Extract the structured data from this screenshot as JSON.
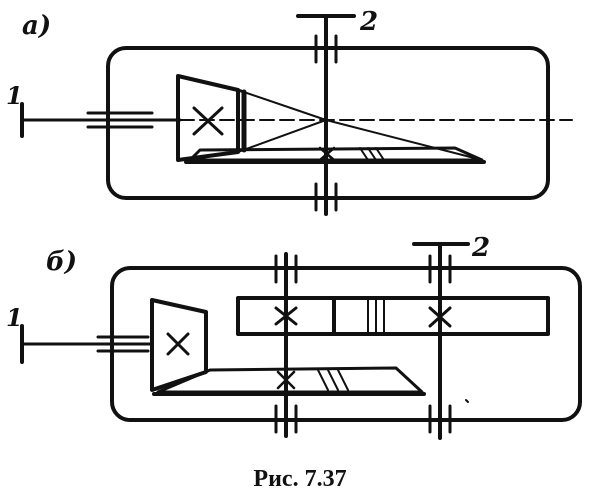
{
  "labels": {
    "variant_a": "а)",
    "variant_b": "б)",
    "a_input": "1",
    "a_output": "2",
    "b_input": "1",
    "b_output": "2"
  },
  "caption": "Рис. 7.37",
  "colors": {
    "ink": "#111111",
    "background": "#ffffff"
  }
}
